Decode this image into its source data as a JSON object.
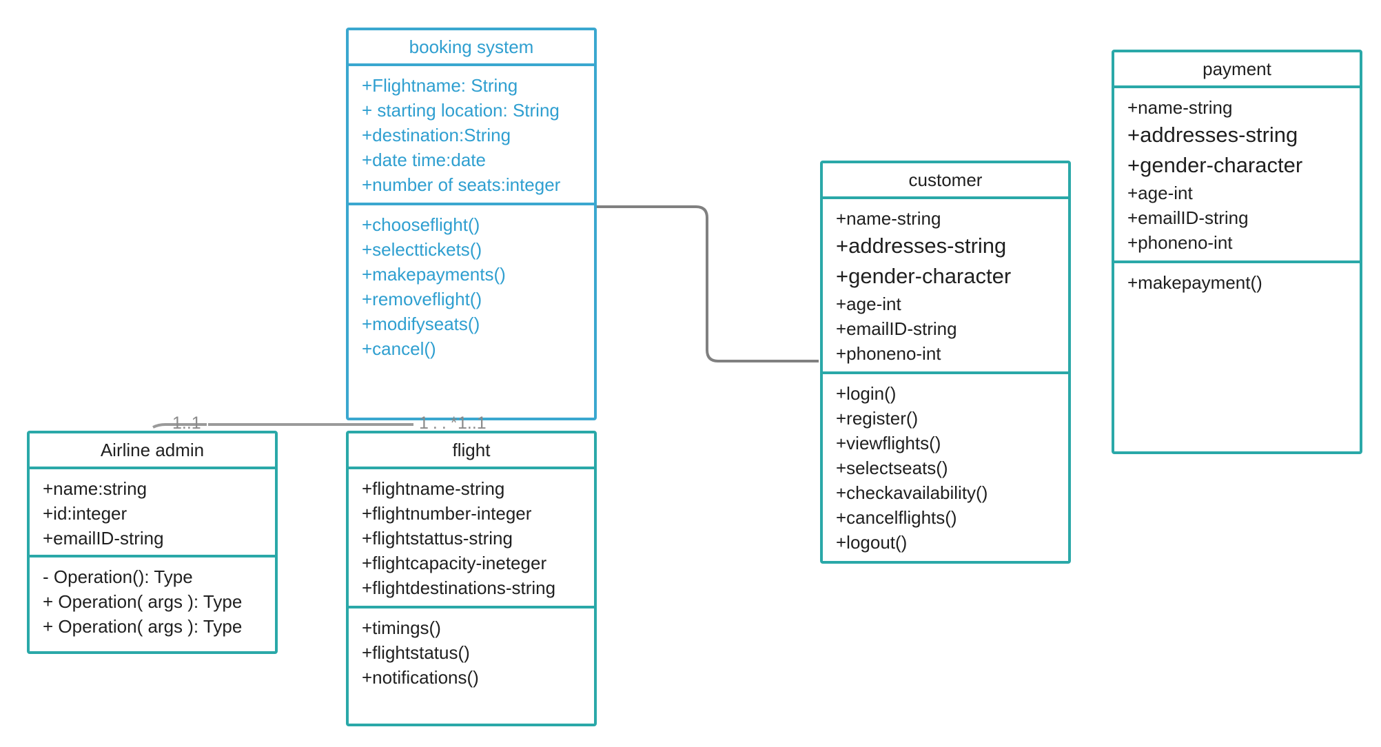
{
  "diagram": {
    "classes": {
      "booking": {
        "name": "booking system",
        "attributes": [
          "+Flightname: String",
          "+ starting location: String",
          "+destination:String",
          "+date time:date",
          "+number of seats:integer"
        ],
        "operations": [
          "+chooseflight()",
          "+selecttickets()",
          "+makepayments()",
          "+removeflight()",
          "+modifyseats()",
          "+cancel()"
        ]
      },
      "admin": {
        "name": "Airline admin",
        "attributes": [
          "+name:string",
          "+id:integer",
          "+emailID-string"
        ],
        "operations": [
          "-  Operation(): Type",
          "+ Operation( args ): Type",
          "+ Operation( args ): Type"
        ]
      },
      "flight": {
        "name": "flight",
        "attributes": [
          "+flightname-string",
          "+flightnumber-integer",
          "+flightstattus-string",
          "+flightcapacity-ineteger",
          "+flightdestinations-string"
        ],
        "operations": [
          "+timings()",
          "+flightstatus()",
          "+notifications()"
        ]
      },
      "customer": {
        "name": "customer",
        "attributes": [
          "+name-string",
          "+addresses-string",
          "+gender-character",
          "+age-int",
          "+emailID-string",
          "+phoneno-int"
        ],
        "operations": [
          "+login()",
          "+register()",
          "+viewflights()",
          "+selectseats()",
          "+checkavailability()",
          "+cancelflights()",
          "+logout()"
        ]
      },
      "payment": {
        "name": "payment",
        "attributes": [
          "+name-string",
          "+addresses-string",
          "+gender-character",
          "+age-int",
          "+emailID-string",
          "+phoneno-int"
        ],
        "operations": [
          "+makepayment()"
        ]
      }
    },
    "multiplicities": {
      "admin_end": "1..1",
      "flight_end_a": "1..*",
      "flight_end_b": "1..1"
    },
    "colors": {
      "teal_border": "#2aa8a8",
      "blue_border": "#3aa7cf",
      "blue_text": "#2f9fd0",
      "connector": "#808080",
      "text": "#1f1f1f"
    }
  }
}
